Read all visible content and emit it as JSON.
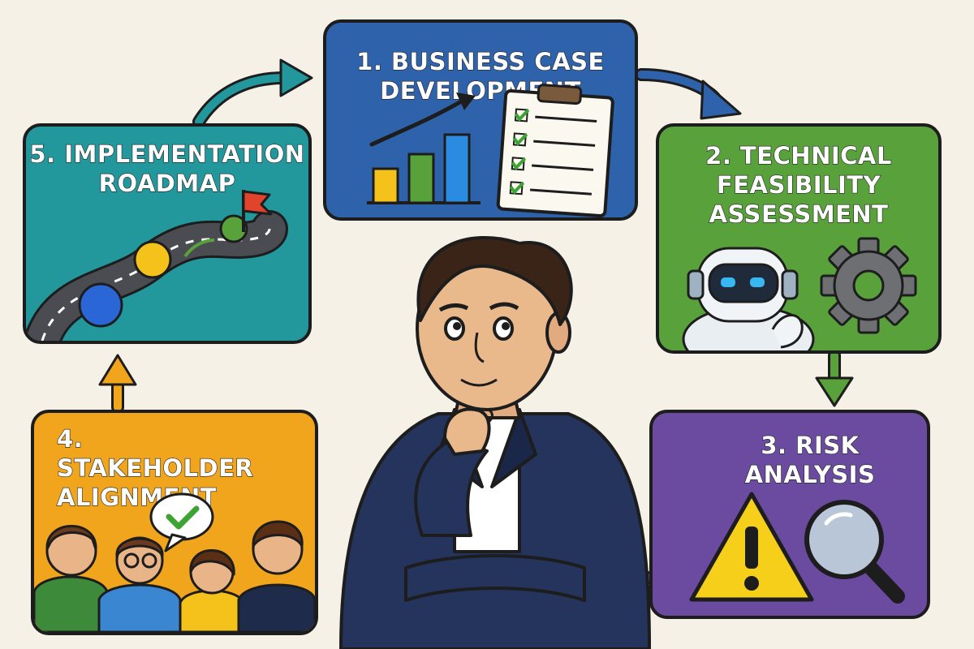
{
  "diagram": {
    "steps": [
      {
        "id": "1",
        "title": "1. BUSINESS CASE\nDEVELOPMENT",
        "color": "#2e63ab",
        "icon": "bar-chart-and-checklist-icon"
      },
      {
        "id": "2",
        "title": "2. TECHNICAL\nFEASIBILITY\nASSESSMENT",
        "color": "#58a13b",
        "icon": "robot-and-gear-icon"
      },
      {
        "id": "3",
        "title": "3. RISK\nANALYSIS",
        "color": "#6a4ba0",
        "icon": "warning-and-magnifier-icon"
      },
      {
        "id": "4",
        "title": "4. STAKEHOLDER\nALIGNMENT",
        "color": "#f0a51c",
        "icon": "team-agreement-icon"
      },
      {
        "id": "5",
        "title": "5. IMPLEMENTATION\nROADMAP",
        "color": "#22979c",
        "icon": "roadmap-icon"
      }
    ],
    "flow": [
      "1",
      "2",
      "3",
      "4",
      "5",
      "1"
    ],
    "center_figure": "thinking-businessman-illustration",
    "background": "#f6f1e7"
  }
}
